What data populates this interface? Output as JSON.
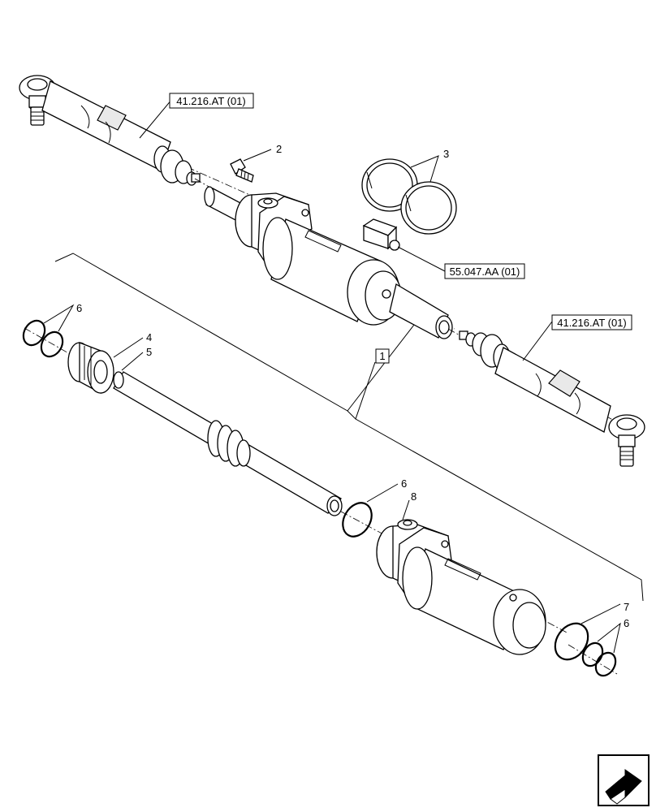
{
  "references": {
    "tie_rod_top": "41.216.AT (01)",
    "sensor": "55.047.AA (01)",
    "tie_rod_right": "41.216.AT (01)"
  },
  "callouts": {
    "assembly": "1",
    "bolt": "2",
    "bands": "3",
    "seal_kit": "4",
    "piston_rod": "5",
    "o_ring_left": "6",
    "o_ring_mid": "6",
    "o_ring_right": "6",
    "o_ring_large": "7",
    "barrel": "8"
  },
  "icons": {
    "navigation": "next-page-arrow-icon"
  }
}
